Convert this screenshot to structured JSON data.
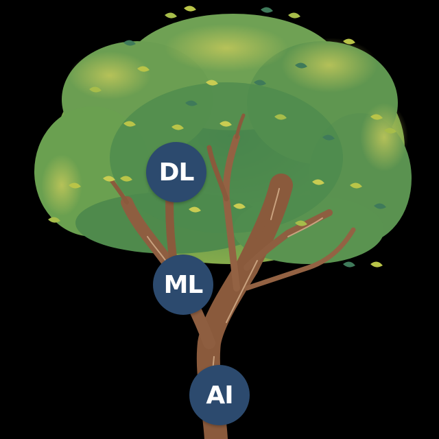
{
  "nodes": {
    "dl": {
      "label": "DL"
    },
    "ml": {
      "label": "ML"
    },
    "ai": {
      "label": "AI"
    }
  },
  "colors": {
    "background": "#000000",
    "foliage_dark": "#4e8a4a",
    "foliage_mid": "#6fa154",
    "foliage_light": "#a7bd4a",
    "trunk": "#8a5a3c",
    "node_fill": "#2c4a6e",
    "node_text": "#ffffff"
  }
}
